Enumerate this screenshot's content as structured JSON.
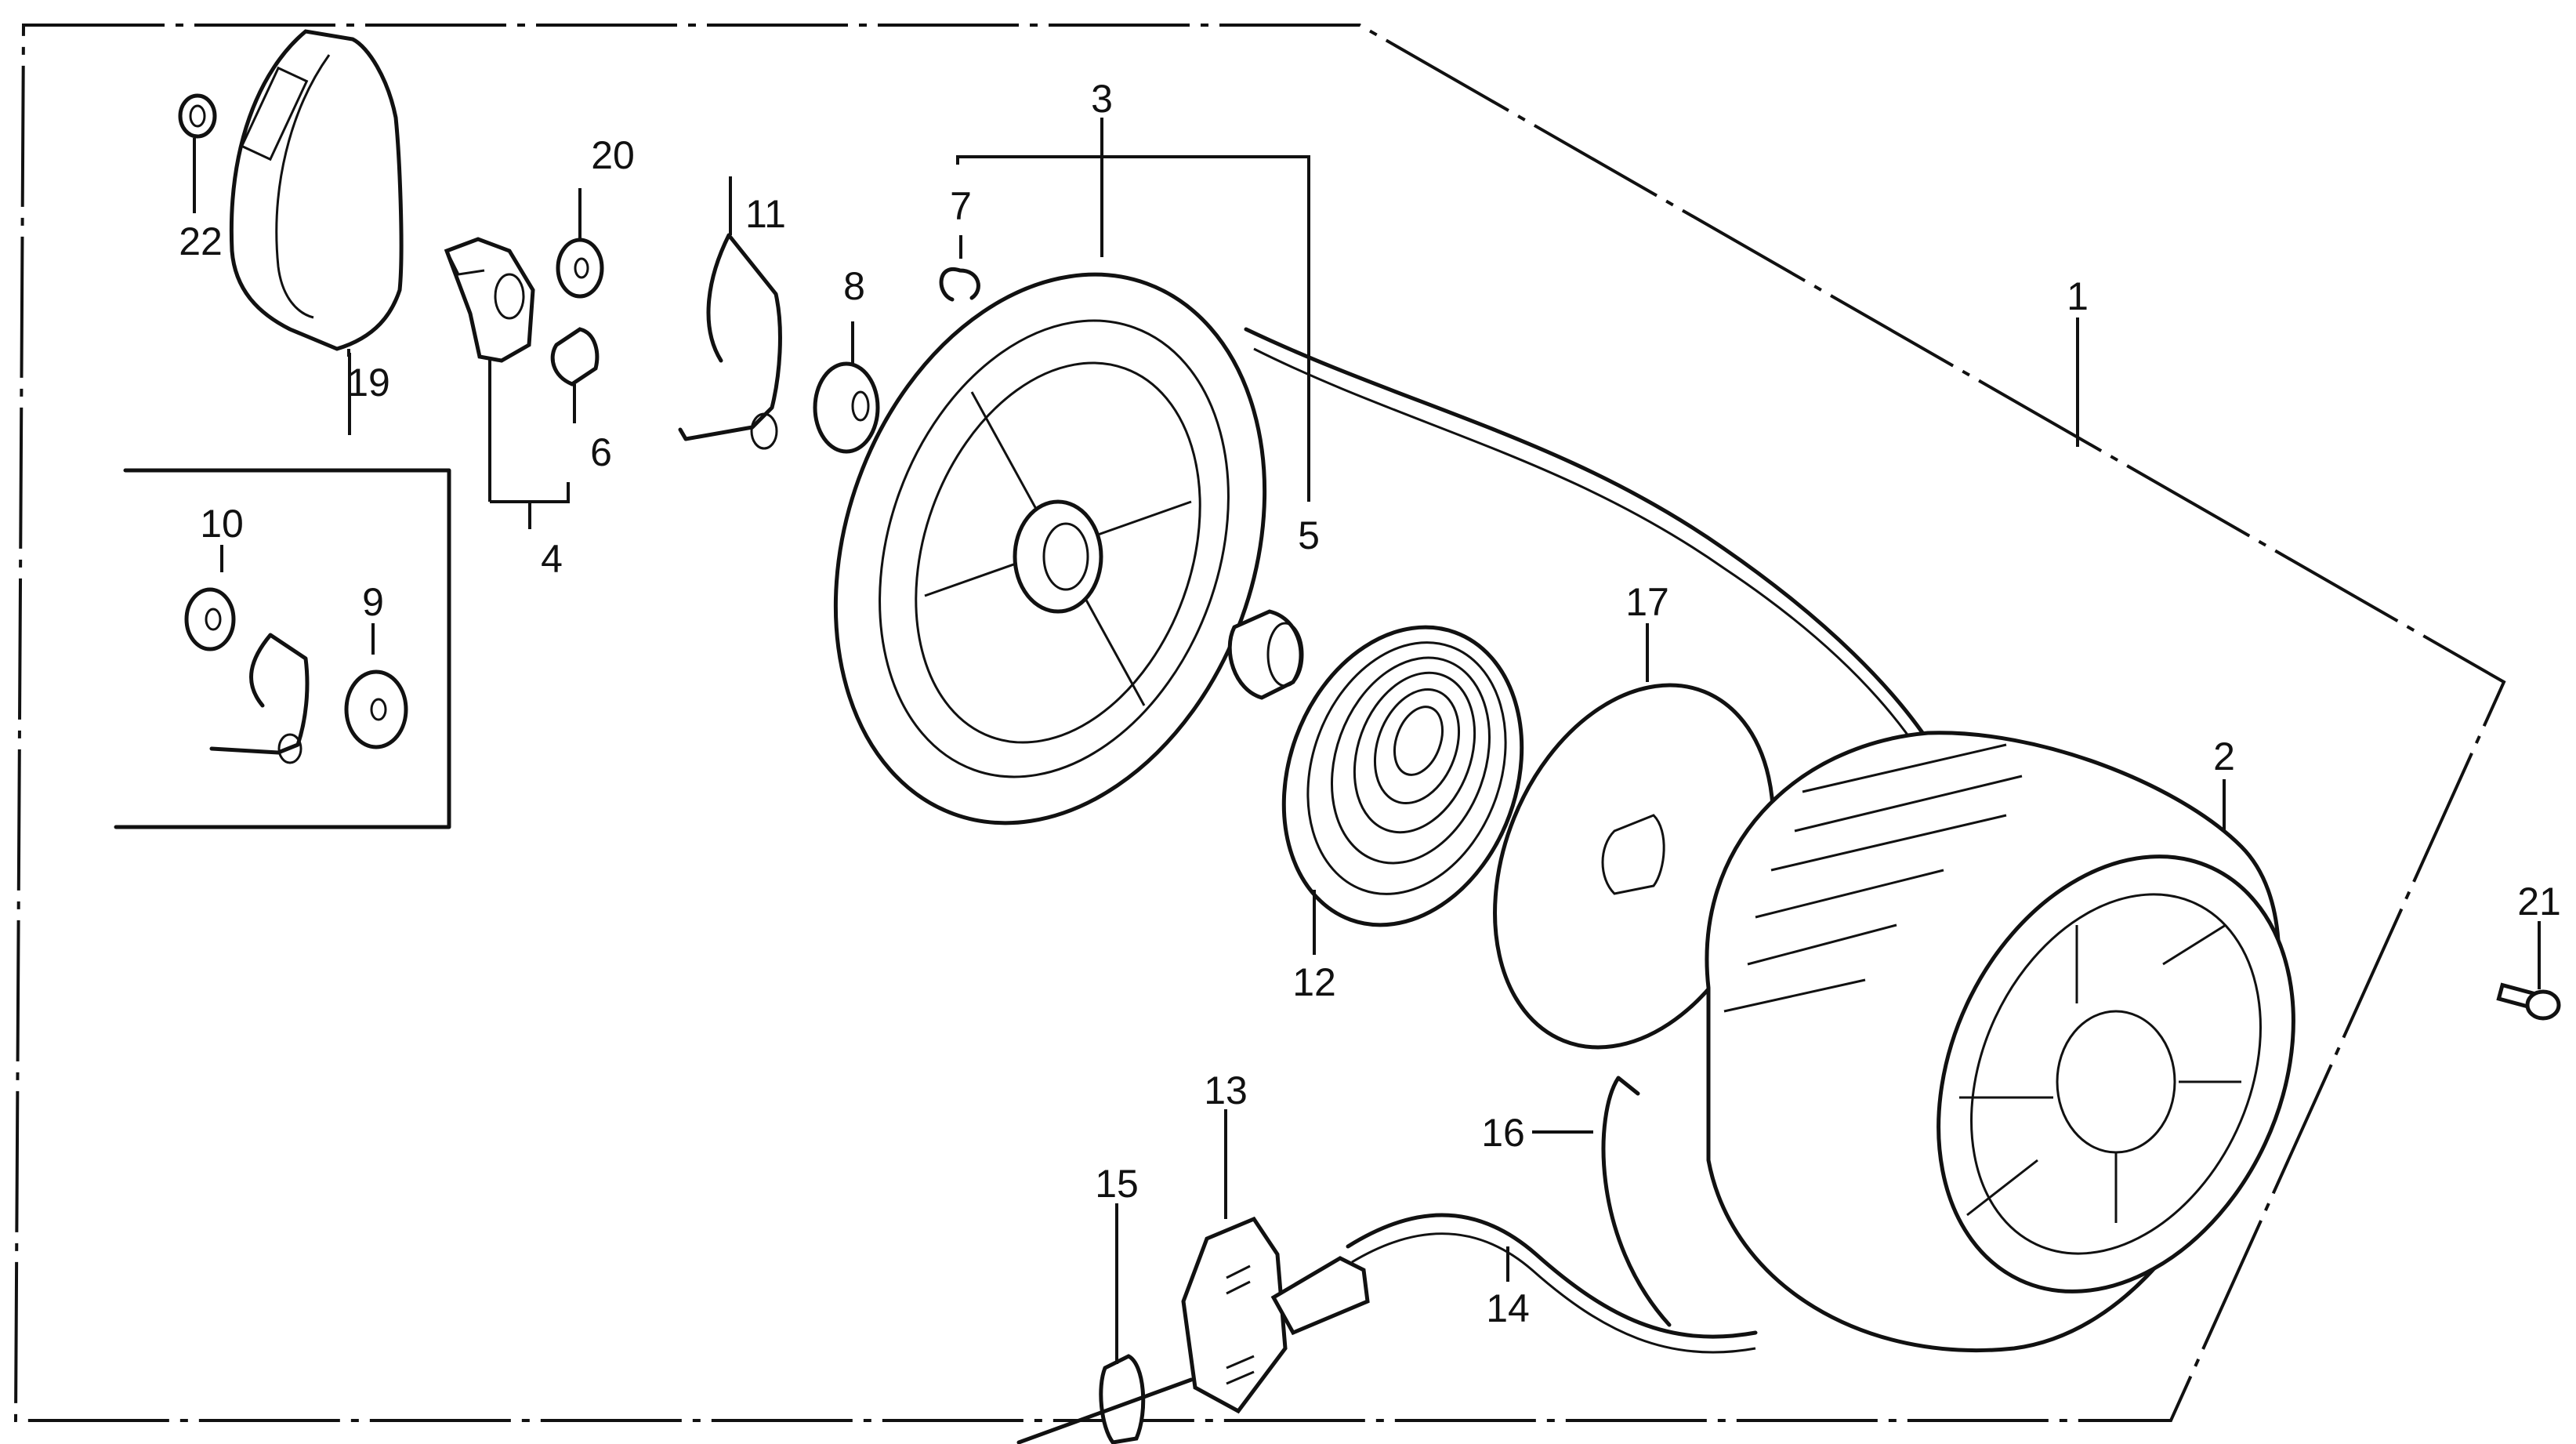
{
  "title": "Recoil Starter Assembly - Exploded Parts Diagram",
  "parts": [
    {
      "ref": "1",
      "name": "recoil-starter-assembly"
    },
    {
      "ref": "2",
      "name": "starter-case"
    },
    {
      "ref": "3",
      "name": "starter-reel"
    },
    {
      "ref": "4",
      "name": "ratchet-set"
    },
    {
      "ref": "5",
      "name": "collar"
    },
    {
      "ref": "6",
      "name": "collar"
    },
    {
      "ref": "7",
      "name": "ratchet-spring"
    },
    {
      "ref": "8",
      "name": "friction-plate-washer"
    },
    {
      "ref": "9",
      "name": "washer"
    },
    {
      "ref": "10",
      "name": "washer"
    },
    {
      "ref": "11",
      "name": "friction-spring"
    },
    {
      "ref": "12",
      "name": "recoil-spring"
    },
    {
      "ref": "13",
      "name": "starter-grip"
    },
    {
      "ref": "14",
      "name": "starter-rope"
    },
    {
      "ref": "15",
      "name": "rope-retainer"
    },
    {
      "ref": "16",
      "name": "rope-guide"
    },
    {
      "ref": "17",
      "name": "spring-cover-plate"
    },
    {
      "ref": "19",
      "name": "ratchet-guide-cover"
    },
    {
      "ref": "20",
      "name": "nut"
    },
    {
      "ref": "21",
      "name": "bolt"
    },
    {
      "ref": "22",
      "name": "flange-nut"
    }
  ],
  "labels": {
    "l1": "1",
    "l2": "2",
    "l3": "3",
    "l4": "4",
    "l5": "5",
    "l6": "6",
    "l7": "7",
    "l8": "8",
    "l9": "9",
    "l10": "10",
    "l11": "11",
    "l12": "12",
    "l13": "13",
    "l14": "14",
    "l15": "15",
    "l16": "16",
    "l17": "17",
    "l19": "19",
    "l20": "20",
    "l21": "21",
    "l22": "22"
  }
}
